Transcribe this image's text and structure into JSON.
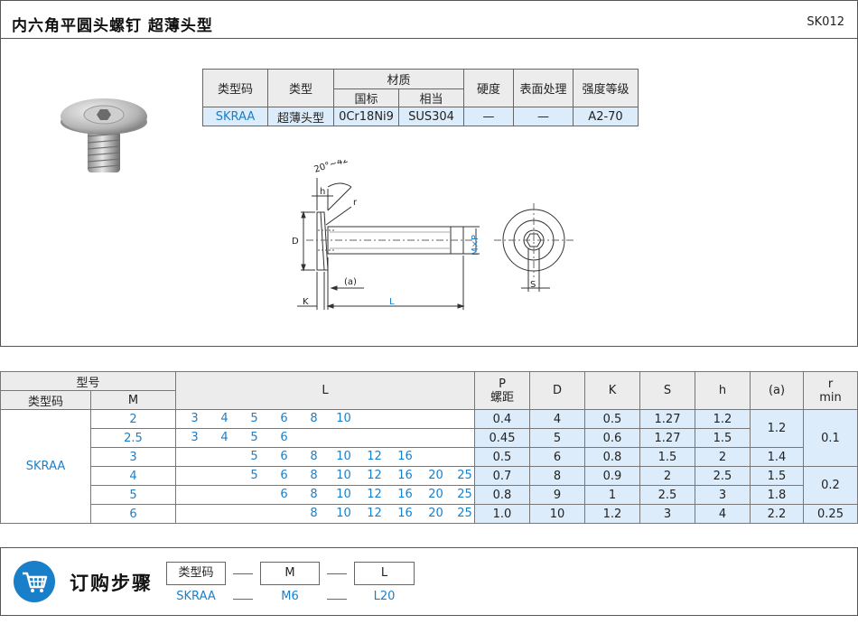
{
  "header": {
    "title": "内六角平圆头螺钉  超薄头型",
    "code": "SK012"
  },
  "material_table": {
    "h_type_code": "类型码",
    "h_type": "类型",
    "h_material": "材质",
    "h_gb": "国标",
    "h_equiv": "相当",
    "h_hardness": "硬度",
    "h_surface": "表面处理",
    "h_strength": "强度等级",
    "row": {
      "type_code": "SKRAA",
      "type": "超薄头型",
      "gb": "0Cr18Ni9",
      "equiv": "SUS304",
      "hardness": "—",
      "surface": "—",
      "strength": "A2-70"
    }
  },
  "drawing": {
    "angle": "20°~42°",
    "h": "h",
    "r": "r",
    "D": "D",
    "a": "(a)",
    "K": "K",
    "L": "L",
    "MxP": "M×P",
    "S": "S"
  },
  "spec_table": {
    "h_model": "型号",
    "h_type_code": "类型码",
    "h_M": "M",
    "h_L": "L",
    "h_P": "P",
    "h_P2": "螺距",
    "h_D": "D",
    "h_K": "K",
    "h_S": "S",
    "h_h": "h",
    "h_a": "(a)",
    "h_r": "r",
    "h_r2": "min",
    "type_code": "SKRAA",
    "rows": [
      {
        "M": "2",
        "L": [
          "3",
          "4",
          "5",
          "6",
          "8",
          "10"
        ],
        "P": "0.4",
        "D": "4",
        "K": "0.5",
        "S": "1.27",
        "h": "1.2",
        "a": "1.2",
        "r": "0.1"
      },
      {
        "M": "2.5",
        "L": [
          "3",
          "4",
          "5",
          "6"
        ],
        "P": "0.45",
        "D": "5",
        "K": "0.6",
        "S": "1.27",
        "h": "1.5",
        "a": "",
        "r": ""
      },
      {
        "M": "3",
        "L": [
          "5",
          "6",
          "8",
          "10",
          "12",
          "16"
        ],
        "P": "0.5",
        "D": "6",
        "K": "0.8",
        "S": "1.5",
        "h": "2",
        "a": "1.4",
        "r": ""
      },
      {
        "M": "4",
        "L": [
          "5",
          "6",
          "8",
          "10",
          "12",
          "16",
          "20",
          "25"
        ],
        "P": "0.7",
        "D": "8",
        "K": "0.9",
        "S": "2",
        "h": "2.5",
        "a": "1.5",
        "r": "0.2"
      },
      {
        "M": "5",
        "L": [
          "6",
          "8",
          "10",
          "12",
          "16",
          "20",
          "25"
        ],
        "P": "0.8",
        "D": "9",
        "K": "1",
        "S": "2.5",
        "h": "3",
        "a": "1.8",
        "r": ""
      },
      {
        "M": "6",
        "L": [
          "8",
          "10",
          "12",
          "16",
          "20",
          "25"
        ],
        "P": "1.0",
        "D": "10",
        "K": "1.2",
        "S": "3",
        "h": "4",
        "a": "2.2",
        "r": "0.25"
      }
    ],
    "L_columns": [
      "3",
      "4",
      "5",
      "6",
      "8",
      "10",
      "12",
      "16",
      "20",
      "25"
    ]
  },
  "order": {
    "title": "订购步骤",
    "box1": "类型码",
    "box2": "M",
    "box3": "L",
    "val1": "SKRAA",
    "val2": "M6",
    "val3": "L20",
    "cart_icon": "cart-icon",
    "accent": "#1a7fc9"
  }
}
